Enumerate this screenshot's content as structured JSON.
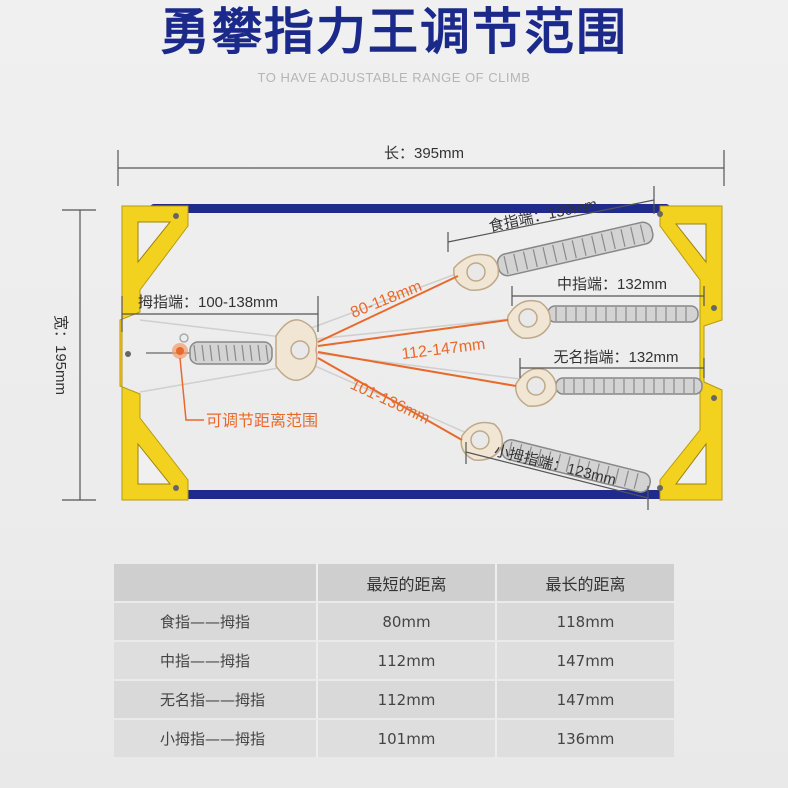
{
  "title": "勇攀指力王调节范围",
  "subtitle": "TO HAVE ADJUSTABLE RANGE OF CLIMB",
  "dimensions": {
    "length_label": "长：395mm",
    "width_label": "宽：195mm"
  },
  "callouts": {
    "thumb_end": "拇指端：100-138mm",
    "index_end": "食指端：130mm",
    "middle_end": "中指端：132mm",
    "ring_end": "无名指端：132mm",
    "pinky_end": "小拇指端：123mm",
    "range_index": "80-118mm",
    "range_middle": "112-147mm",
    "range_pinky": "101-136mm",
    "adjustable_note": "可调节距离范围"
  },
  "colors": {
    "title": "#1b2a8a",
    "frame_yellow": "#f2d21e",
    "frame_bar": "#1e2a8c",
    "accent_orange": "#e8692a"
  },
  "table": {
    "headers": [
      "",
      "最短的距离",
      "最长的距离"
    ],
    "rows": [
      {
        "label": "食指——拇指",
        "min": "80mm",
        "max": "118mm"
      },
      {
        "label": "中指——拇指",
        "min": "112mm",
        "max": "147mm"
      },
      {
        "label": "无名指——拇指",
        "min": "112mm",
        "max": "147mm"
      },
      {
        "label": "小拇指——拇指",
        "min": "101mm",
        "max": "136mm"
      }
    ]
  }
}
